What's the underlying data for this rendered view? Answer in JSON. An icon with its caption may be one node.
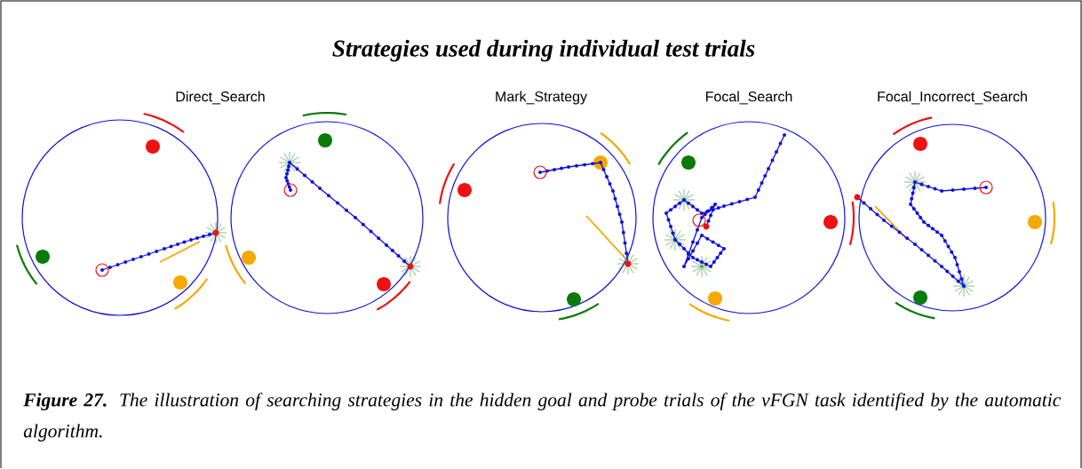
{
  "diagram": {
    "title": "Strategies used during individual test trials",
    "labels": [
      "Direct_Search",
      "Mark_Strategy",
      "Focal_Search",
      "Focal_Incorrect_Search"
    ],
    "caption": "**Figure 27.** The illustration of searching strategies in the hidden goal and probe trials of the vFGN task identified by the automatic algorithm."
  }
}
